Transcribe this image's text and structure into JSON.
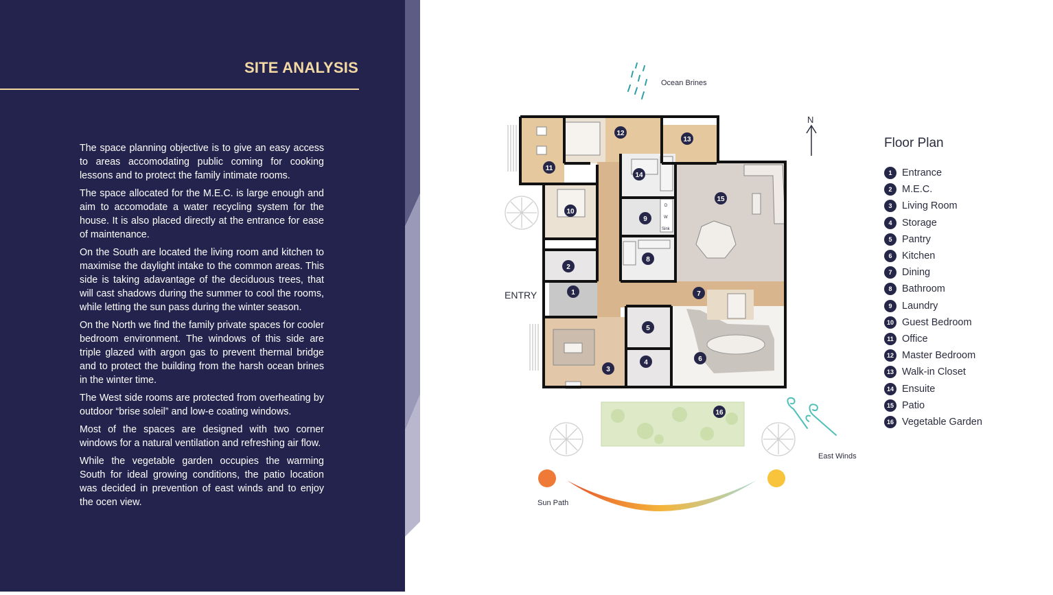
{
  "title": "SITE ANALYSIS",
  "paragraphs": [
    "The space planning objective is to give an easy access to areas accomodating public coming for cooking lessons and to protect the family intimate rooms.",
    "The space allocated for the M.E.C. is large enough and aim to accomodate a water recycling system for the house. It is also placed directly at the entrance for ease of maintenance.",
    "On the South are located the living room and kitchen to maximise the daylight intake to the common areas. This side is taking adavantage of the deciduous trees, that will cast shadows during the summer to cool the rooms, while letting the sun pass during the winter season.",
    "On the North we find the family private spaces for cooler bedroom environment. The windows of this side are triple glazed with argon gas to prevent thermal bridge and to protect the building from the harsh ocean brines in the winter time.",
    "The West side rooms are protected from overheating by outdoor “brise soleil” and low-e coating windows.",
    "Most of the spaces are designed with two corner windows for a natural ventilation and refreshing air flow.",
    "While the vegetable garden occupies the warming South for ideal growing conditions, the patio location was decided in prevention of east winds and to enjoy the ocen view."
  ],
  "diagram": {
    "ocean_label": "Ocean Brines",
    "north_label": "N",
    "entry_label": "ENTRY",
    "east_winds_label": "East Winds",
    "sun_path_label": "Sun Path",
    "appliance_labels": [
      "D",
      "W",
      "Sink"
    ],
    "room_markers": [
      "1",
      "2",
      "3",
      "4",
      "5",
      "6",
      "7",
      "8",
      "9",
      "10",
      "11",
      "12",
      "13",
      "14",
      "15",
      "16"
    ],
    "colors": {
      "panel": "#24234d",
      "accent": "#f3d9a4",
      "marker": "#262648",
      "sun_left": "#ef7a37",
      "sun_right": "#f7c43c"
    }
  },
  "legend": {
    "title": "Floor Plan",
    "items": [
      {
        "num": "1",
        "label": "Entrance"
      },
      {
        "num": "2",
        "label": "M.E.C."
      },
      {
        "num": "3",
        "label": "Living Room"
      },
      {
        "num": "4",
        "label": "Storage"
      },
      {
        "num": "5",
        "label": "Pantry"
      },
      {
        "num": "6",
        "label": "Kitchen"
      },
      {
        "num": "7",
        "label": "Dining"
      },
      {
        "num": "8",
        "label": "Bathroom"
      },
      {
        "num": "9",
        "label": "Laundry"
      },
      {
        "num": "10",
        "label": "Guest Bedroom"
      },
      {
        "num": "11",
        "label": "Office"
      },
      {
        "num": "12",
        "label": "Master Bedroom"
      },
      {
        "num": "13",
        "label": "Walk-in Closet"
      },
      {
        "num": "14",
        "label": "Ensuite"
      },
      {
        "num": "15",
        "label": "Patio"
      },
      {
        "num": "16",
        "label": "Vegetable Garden"
      }
    ]
  }
}
